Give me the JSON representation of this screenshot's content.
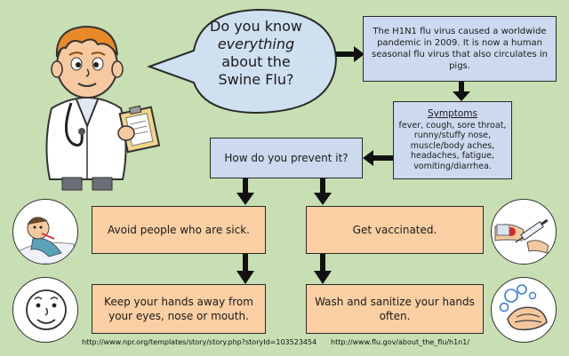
{
  "bubble": {
    "line1": "Do you know",
    "line2": "everything",
    "line3": "about the",
    "line4": "Swine Flu?"
  },
  "intro": {
    "text": "The H1N1 flu virus caused a worldwide pandemic in 2009. It is now a human seasonal flu virus that also circulates in pigs."
  },
  "symptoms": {
    "heading": "Symptoms",
    "lines": [
      "fever, cough, sore throat,",
      "runny/stuffy nose,",
      "muscle/body aches,",
      "headaches, fatigue,",
      "vomiting/diarrhea."
    ]
  },
  "prevent": {
    "question": "How do you prevent it?"
  },
  "steps": {
    "avoid": "Avoid people who are sick.",
    "vaccinate": "Get vaccinated.",
    "hands_away": "Keep your hands away from your eyes, nose or mouth.",
    "wash": "Wash and sanitize your hands often."
  },
  "sources": {
    "npr": "http://www.npr.org/templates/story/story.php?storyId=103523454",
    "flugov": "http://www.flu.gov/about_the_flu/h1n1/"
  },
  "colors": {
    "background": "#c7dfb2",
    "info_box": "#ccd9ee",
    "action_box": "#f9cfa3",
    "arrow": "#111111"
  }
}
